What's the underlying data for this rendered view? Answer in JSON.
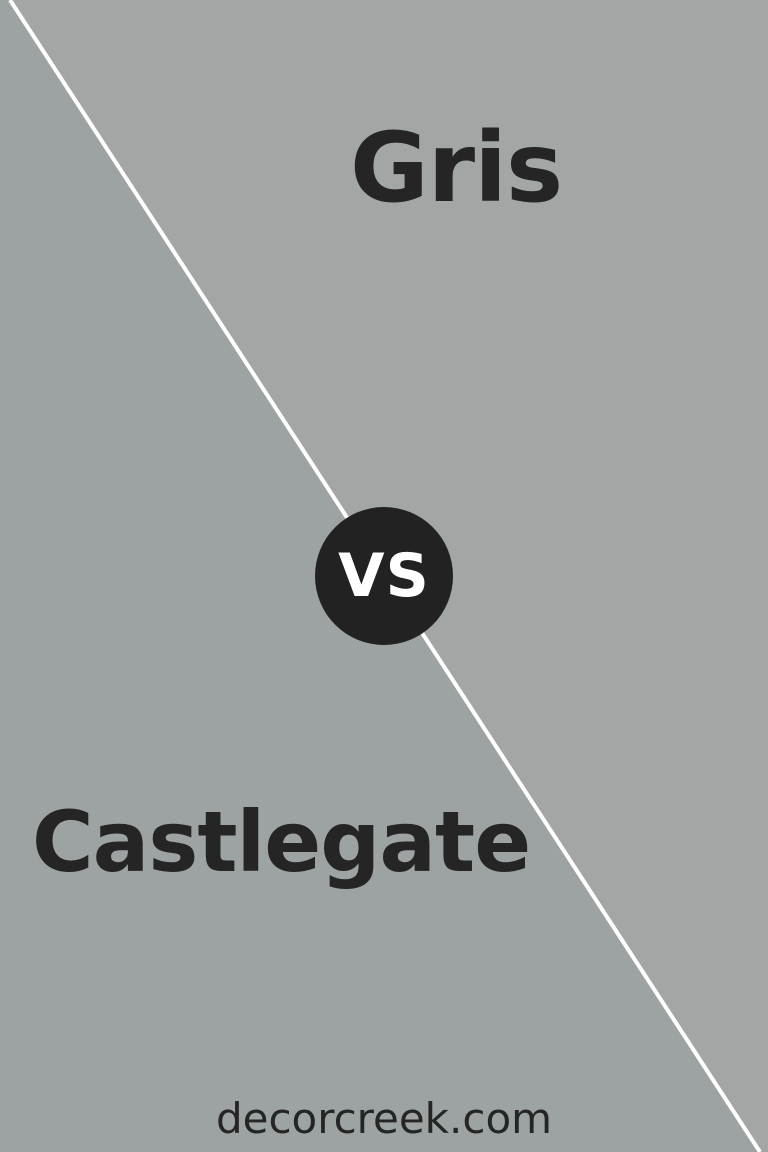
{
  "colors": {
    "top_swatch": "#a2a7a6",
    "bottom_swatch": "#9da3a3",
    "divider": "#ffffff",
    "text": "#252525",
    "badge_background": "#222222",
    "badge_text": "#ffffff"
  },
  "comparison": {
    "top_name": "Gris",
    "bottom_name": "Castlegate",
    "versus_label": "VS"
  },
  "footer": {
    "site": "decorcreek.com"
  }
}
